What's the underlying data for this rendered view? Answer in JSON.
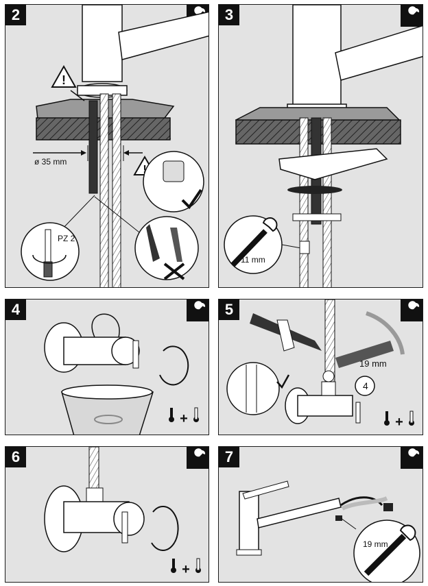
{
  "panels": [
    {
      "id": "step-2",
      "number": "2",
      "labels": {
        "diameter": "ø 35 mm",
        "screwdriver": "PZ 2"
      }
    },
    {
      "id": "step-3",
      "number": "3",
      "labels": {
        "wrench": "11 mm"
      }
    },
    {
      "id": "step-4",
      "number": "4",
      "labels": {}
    },
    {
      "id": "step-5",
      "number": "5",
      "labels": {
        "wrench": "19 mm",
        "part_number": "4"
      }
    },
    {
      "id": "step-6",
      "number": "6",
      "labels": {}
    },
    {
      "id": "step-7",
      "number": "7",
      "labels": {
        "wrench": "19 mm"
      }
    }
  ],
  "icons": {
    "tool": "wrench-icon",
    "warning": "warning-icon",
    "temperature": "hot-cold-icon",
    "ok": "check-icon",
    "not_ok": "cross-icon"
  },
  "colors": {
    "panel_bg": "#e3e3e3",
    "border": "#1a1a1a",
    "badge_bg": "#111111",
    "badge_text": "#ffffff"
  }
}
